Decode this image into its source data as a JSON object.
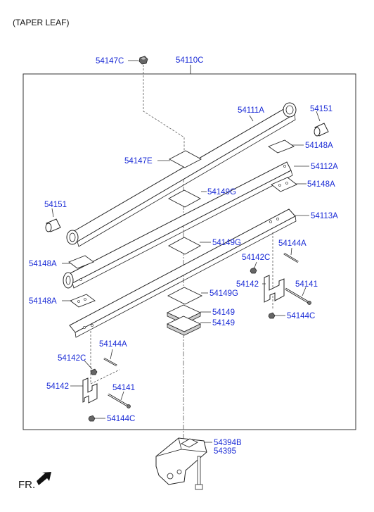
{
  "header": {
    "title": "(TAPER LEAF)"
  },
  "footer": {
    "direction_label": "FR."
  },
  "colors": {
    "label": "#1a2bd6",
    "line": "#222222",
    "text": "#111111"
  },
  "labels": {
    "assembly": "54110C",
    "top_nut": "54147C",
    "leaf_main": "54111A",
    "bushing_right": "54151",
    "bushing_left": "54151",
    "pad_top": "54148A",
    "leaf_2": "54112A",
    "pad_leaf2_right": "54148A",
    "spacer_upper": "54147E",
    "liner_1": "54149G",
    "leaf_3": "54113A",
    "liner_2": "54149G",
    "liner_3": "54149G",
    "pad_left_upper": "54148A",
    "pad_left_lower": "54148A",
    "pin_right": "54144A",
    "nut_right_top": "54142C",
    "clip_right": "54142",
    "bolt_right": "54141",
    "nut_right_bottom": "54144C",
    "spacer_a": "54149",
    "spacer_b": "54149",
    "pin_left": "54144A",
    "nut_left_top": "54142C",
    "clip_left": "54142",
    "bolt_left": "54141",
    "nut_left_bottom": "54144C",
    "seat_a": "54394B",
    "seat_b": "54395"
  }
}
